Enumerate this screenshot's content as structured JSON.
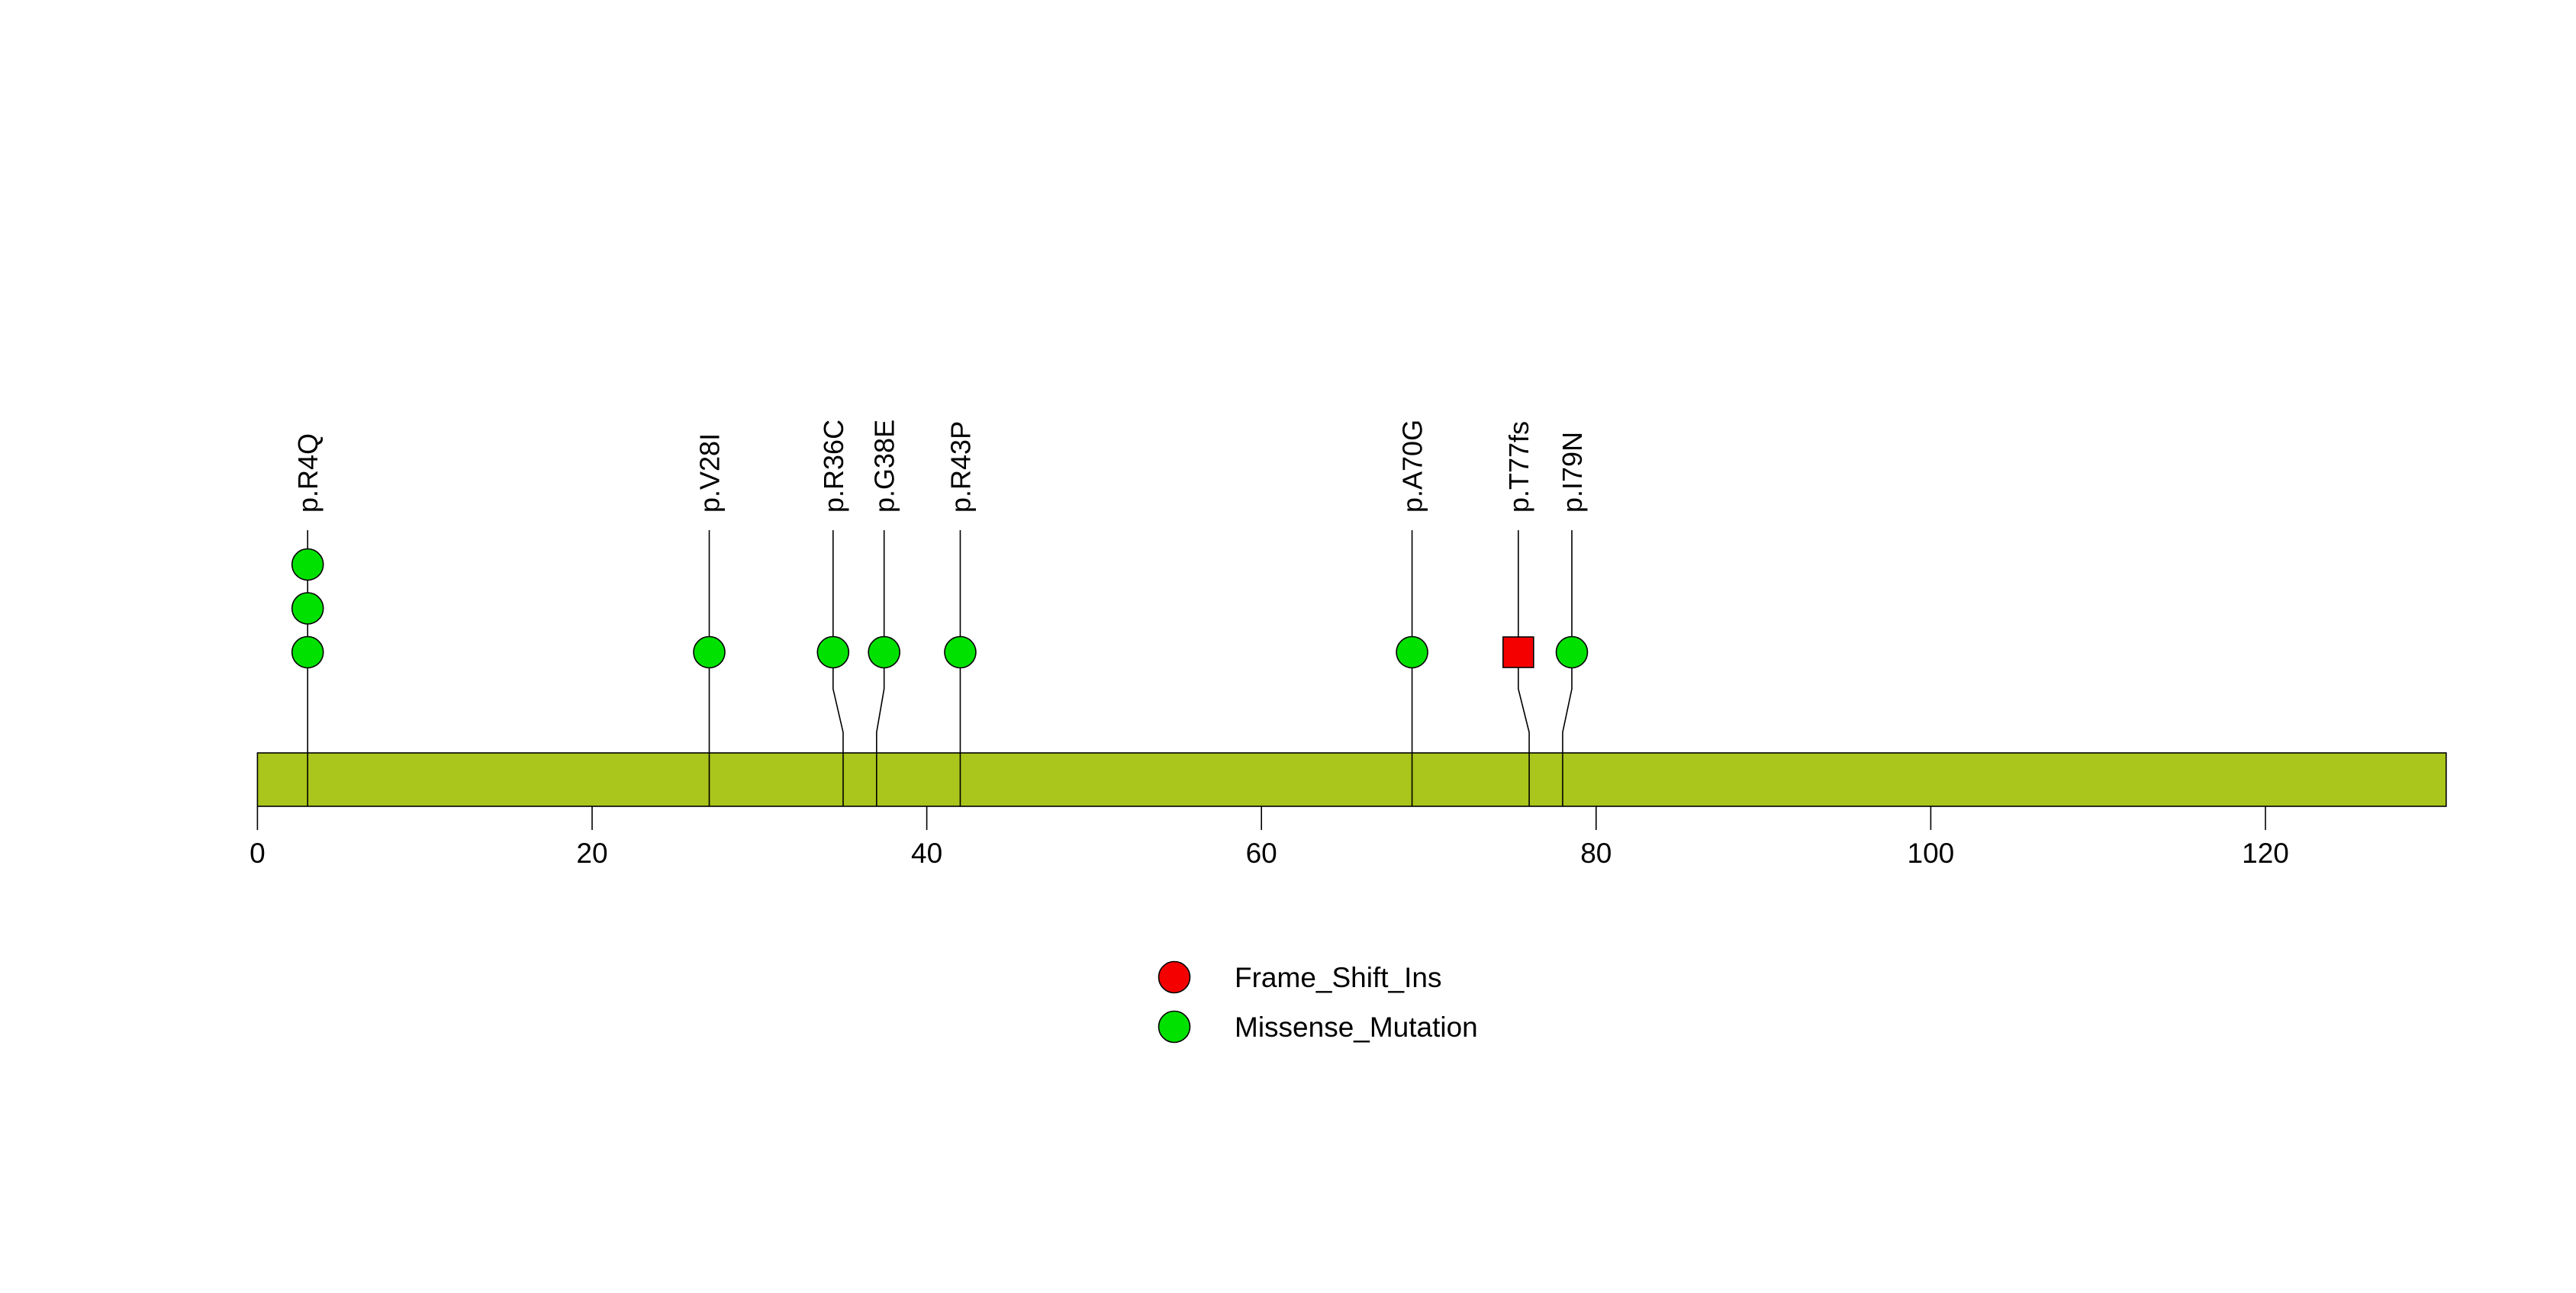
{
  "figure": {
    "background": "#ffffff",
    "title": ""
  },
  "chart_data": {
    "type": "lollipop",
    "description": "Protein lollipop mutation plot (amino-acid positions along protein backbone)",
    "title": "",
    "xlabel": "",
    "ylabel": "",
    "grid": false,
    "axis_ticks": [
      0,
      20,
      40,
      60,
      80,
      100,
      120
    ],
    "xlim": [
      0,
      130.8
    ],
    "protein_end_aa": 130.8,
    "backbone_color": "#aac51b",
    "stick_color": "#000000",
    "mutations": [
      {
        "label": "p.R4Q",
        "pos": 3.0,
        "label_pos": 3.0,
        "count": 3,
        "class": "Missense_Mutation"
      },
      {
        "label": "p.V28I",
        "pos": 27.0,
        "label_pos": 27.0,
        "count": 1,
        "class": "Missense_Mutation"
      },
      {
        "label": "p.R36C",
        "pos": 35.0,
        "label_pos": 34.4,
        "count": 1,
        "class": "Missense_Mutation"
      },
      {
        "label": "p.G38E",
        "pos": 37.0,
        "label_pos": 37.45,
        "count": 1,
        "class": "Missense_Mutation"
      },
      {
        "label": "p.R43P",
        "pos": 42.0,
        "label_pos": 42.0,
        "count": 1,
        "class": "Missense_Mutation"
      },
      {
        "label": "p.A70G",
        "pos": 69.0,
        "label_pos": 69.0,
        "count": 1,
        "class": "Missense_Mutation"
      },
      {
        "label": "p.T77fs",
        "pos": 76.0,
        "label_pos": 75.35,
        "count": 1,
        "class": "Frame_Shift_Ins"
      },
      {
        "label": "p.I79N",
        "pos": 78.0,
        "label_pos": 78.55,
        "count": 1,
        "class": "Missense_Mutation"
      }
    ],
    "classes": {
      "Missense_Mutation": {
        "color": "#00e100",
        "shape": "circle"
      },
      "Frame_Shift_Ins": {
        "color": "#f40000",
        "shape": "square"
      }
    },
    "legend": {
      "position": "bottom-center",
      "marker_shape": "circle",
      "entries": [
        {
          "label": "Frame_Shift_Ins",
          "color": "#f40000"
        },
        {
          "label": "Missense_Mutation",
          "color": "#00e100"
        }
      ]
    }
  }
}
